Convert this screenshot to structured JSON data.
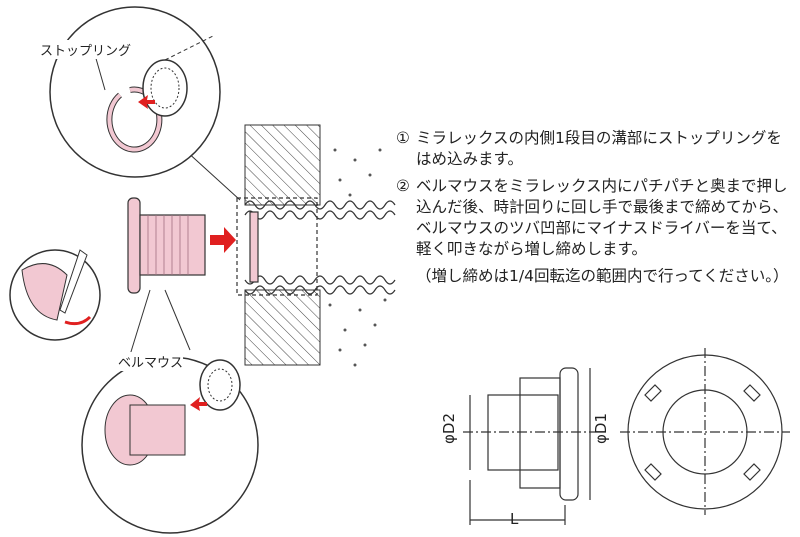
{
  "instructions": {
    "step1": {
      "number": "①",
      "text": "ミラレックスの内側1段目の溝部にストップリングをはめ込みます。"
    },
    "step2": {
      "number": "②",
      "text": "ベルマウスをミラレックス内にパチパチと奥まで押し込んだ後、時計回りに回し手で最後まで締めてから、ベルマウスのツバ凹部にマイナスドライバーを当て、軽く叩きながら増し締めします。"
    },
    "note": "（増し締めは1/4回転迄の範囲内で行ってください。）"
  },
  "labels": {
    "stop_ring": "ストップリング",
    "bell_mouth": "ベルマウス"
  },
  "dimensions": {
    "d2": "φD2",
    "d1": "φD1",
    "length": "L"
  },
  "colors": {
    "pink": "#f2c8d2",
    "arrow": "#e02020",
    "line": "#333333"
  }
}
